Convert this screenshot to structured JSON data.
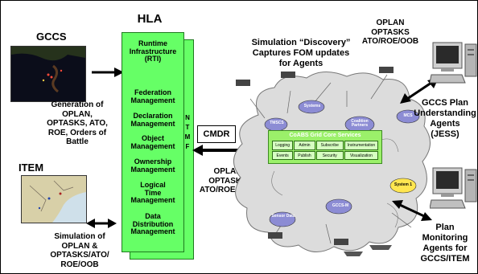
{
  "gccs": {
    "title": "GCCS",
    "description": [
      "Generation of",
      "OPLAN,",
      "OPTASKS, ATO,",
      "ROE, Orders of",
      "Battle"
    ]
  },
  "item": {
    "title": "ITEM",
    "description": [
      "Simulation of",
      "OPLAN &",
      "OPTASKS/ATO/",
      "ROE/OOB"
    ]
  },
  "hla": {
    "title": "HLA",
    "rti_title": [
      "Runtime",
      "Infrastructure",
      "(RTI)"
    ],
    "services": [
      [
        "Federation",
        "Management"
      ],
      [
        "Declaration",
        "Management"
      ],
      [
        "Object",
        "Management"
      ],
      [
        "Ownership",
        "Management"
      ],
      [
        "Logical",
        "Time",
        "Management"
      ],
      [
        "Data",
        "Distribution",
        "Management"
      ]
    ],
    "ntmf": [
      "N",
      "T",
      "M",
      "F"
    ]
  },
  "cmdr": "CMDR",
  "link_label": [
    "OPLAN",
    "OPTASKS",
    "ATO/ROE/OOB"
  ],
  "discovery": [
    "Simulation “Discovery”",
    "Captures FOM updates",
    "for Agents"
  ],
  "top_oplan": [
    "OPLAN",
    "OPTASKS",
    "ATO/ROE/OOB"
  ],
  "gccs_agents": [
    "GCCS Plan",
    "Understanding",
    "Agents",
    "(JESS)"
  ],
  "monitor_agents": [
    "Plan",
    "Monitoring",
    "Agents for",
    "GCCS/ITEM"
  ],
  "core": {
    "title": "CoABS Grid Core Services",
    "cells": [
      "Logging",
      "Admin",
      "Subscribe",
      "Instrumentation",
      "Events",
      "Publish",
      "Security",
      "Visualization"
    ]
  },
  "cloud_nodes": [
    "TMSCS",
    "Systems",
    "Coalition Partners",
    "MCS",
    "Sensor Data",
    "GCCS-M",
    "System 1"
  ],
  "colors": {
    "rti_green": "#66ff66",
    "rti_border": "#1f7a1f",
    "cloud": "#dcdcdc",
    "core_green": "#9bf06a"
  },
  "icons": [
    "right-arrow-icon",
    "double-arrow-icon",
    "computer-icon",
    "map-icon"
  ]
}
